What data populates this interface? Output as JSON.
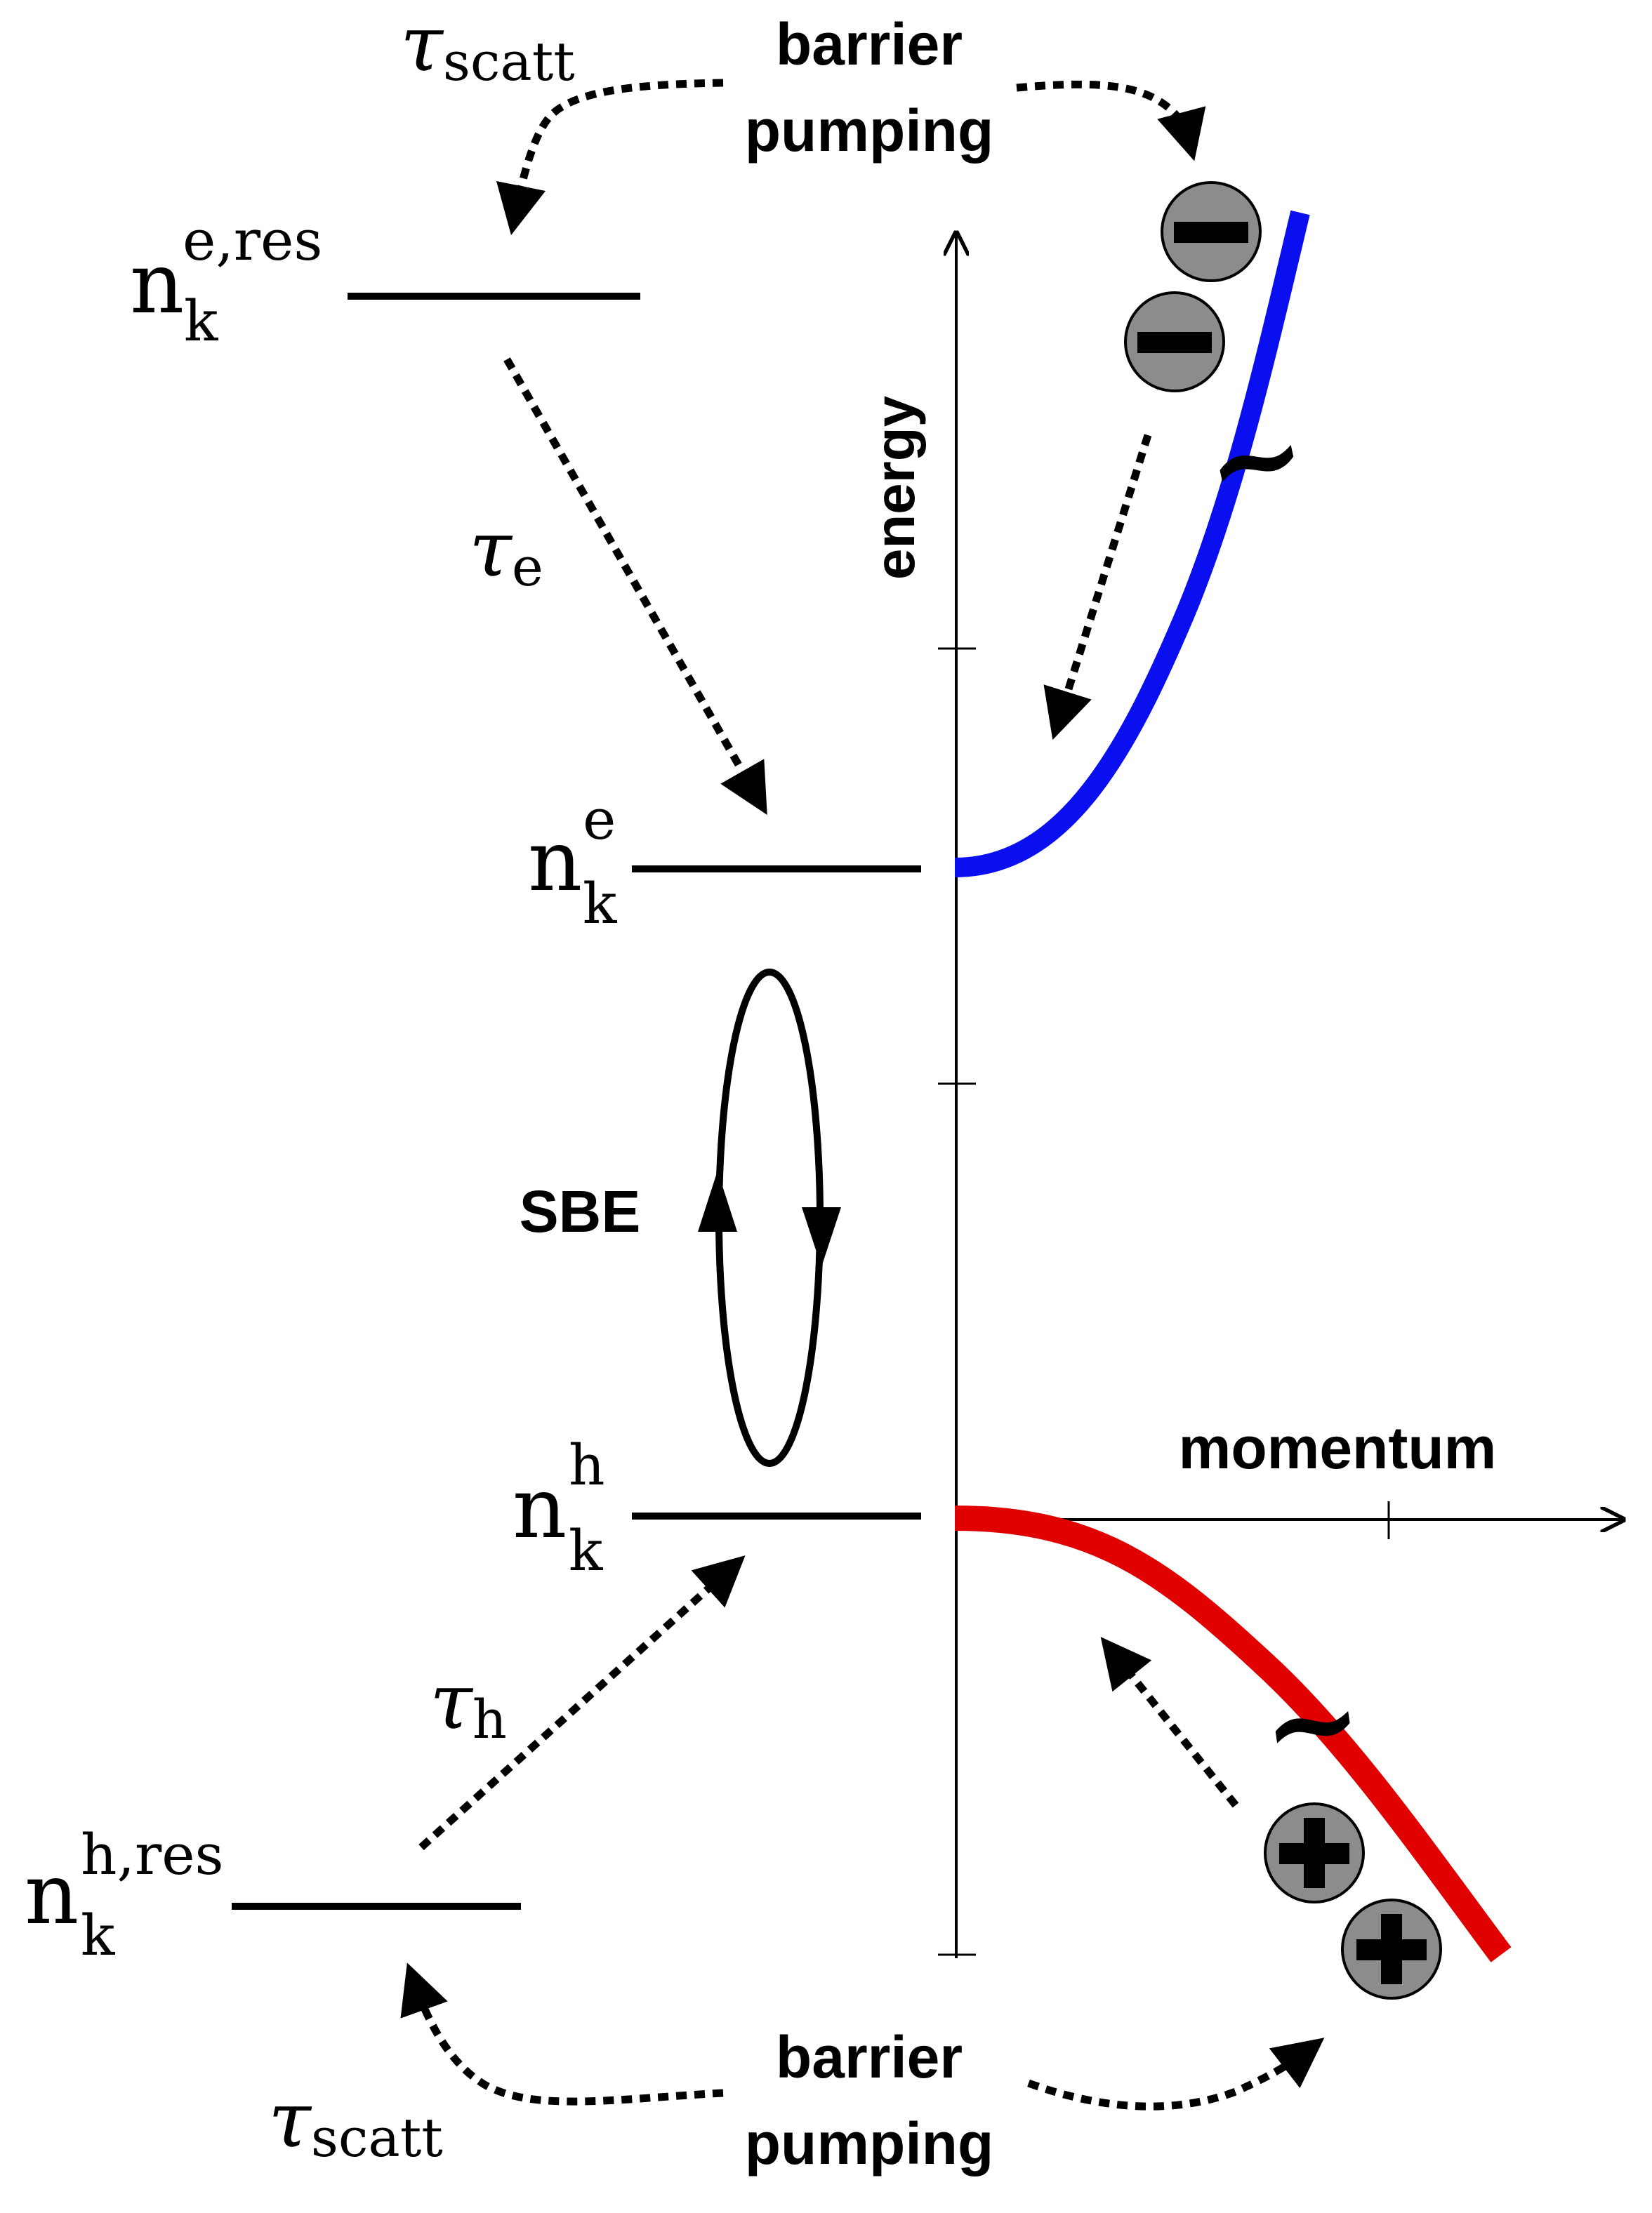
{
  "labels": {
    "barrier_top": "barrier",
    "pumping_top": "pumping",
    "barrier_bottom": "barrier",
    "pumping_bottom": "pumping",
    "energy_axis": "energy",
    "momentum_axis": "momentum",
    "sbe": "SBE"
  },
  "taus": {
    "symbol": "τ",
    "scatt_sub": "scatt",
    "e_sub": "e",
    "h_sub": "h"
  },
  "levels": {
    "base": "n",
    "sub": "k",
    "e_res_sup": "e,res",
    "e_sup": "e",
    "h_sup": "h",
    "h_res_sup": "h,res"
  },
  "symbols": {
    "approx": "~",
    "minus": "−",
    "plus": "+"
  },
  "colors": {
    "electron_band": "#0a0ff0",
    "hole_band": "#e00000",
    "carrier_fill": "#8c8c8c",
    "ink": "#000000"
  },
  "icons": [
    "electron-carrier-icon",
    "hole-carrier-icon",
    "approx-break-icon"
  ]
}
